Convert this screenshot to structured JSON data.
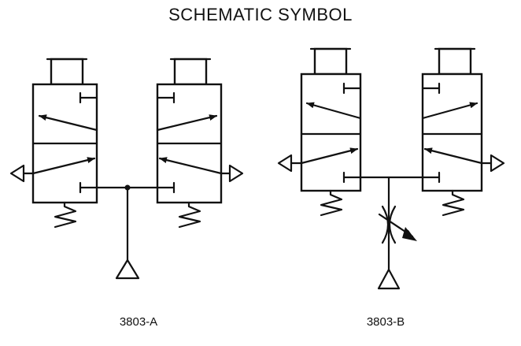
{
  "title": "SCHEMATIC SYMBOL",
  "valves": [
    {
      "id": "3803-A",
      "caption": "3803-A"
    },
    {
      "id": "3803-B",
      "caption": "3803-B"
    }
  ]
}
